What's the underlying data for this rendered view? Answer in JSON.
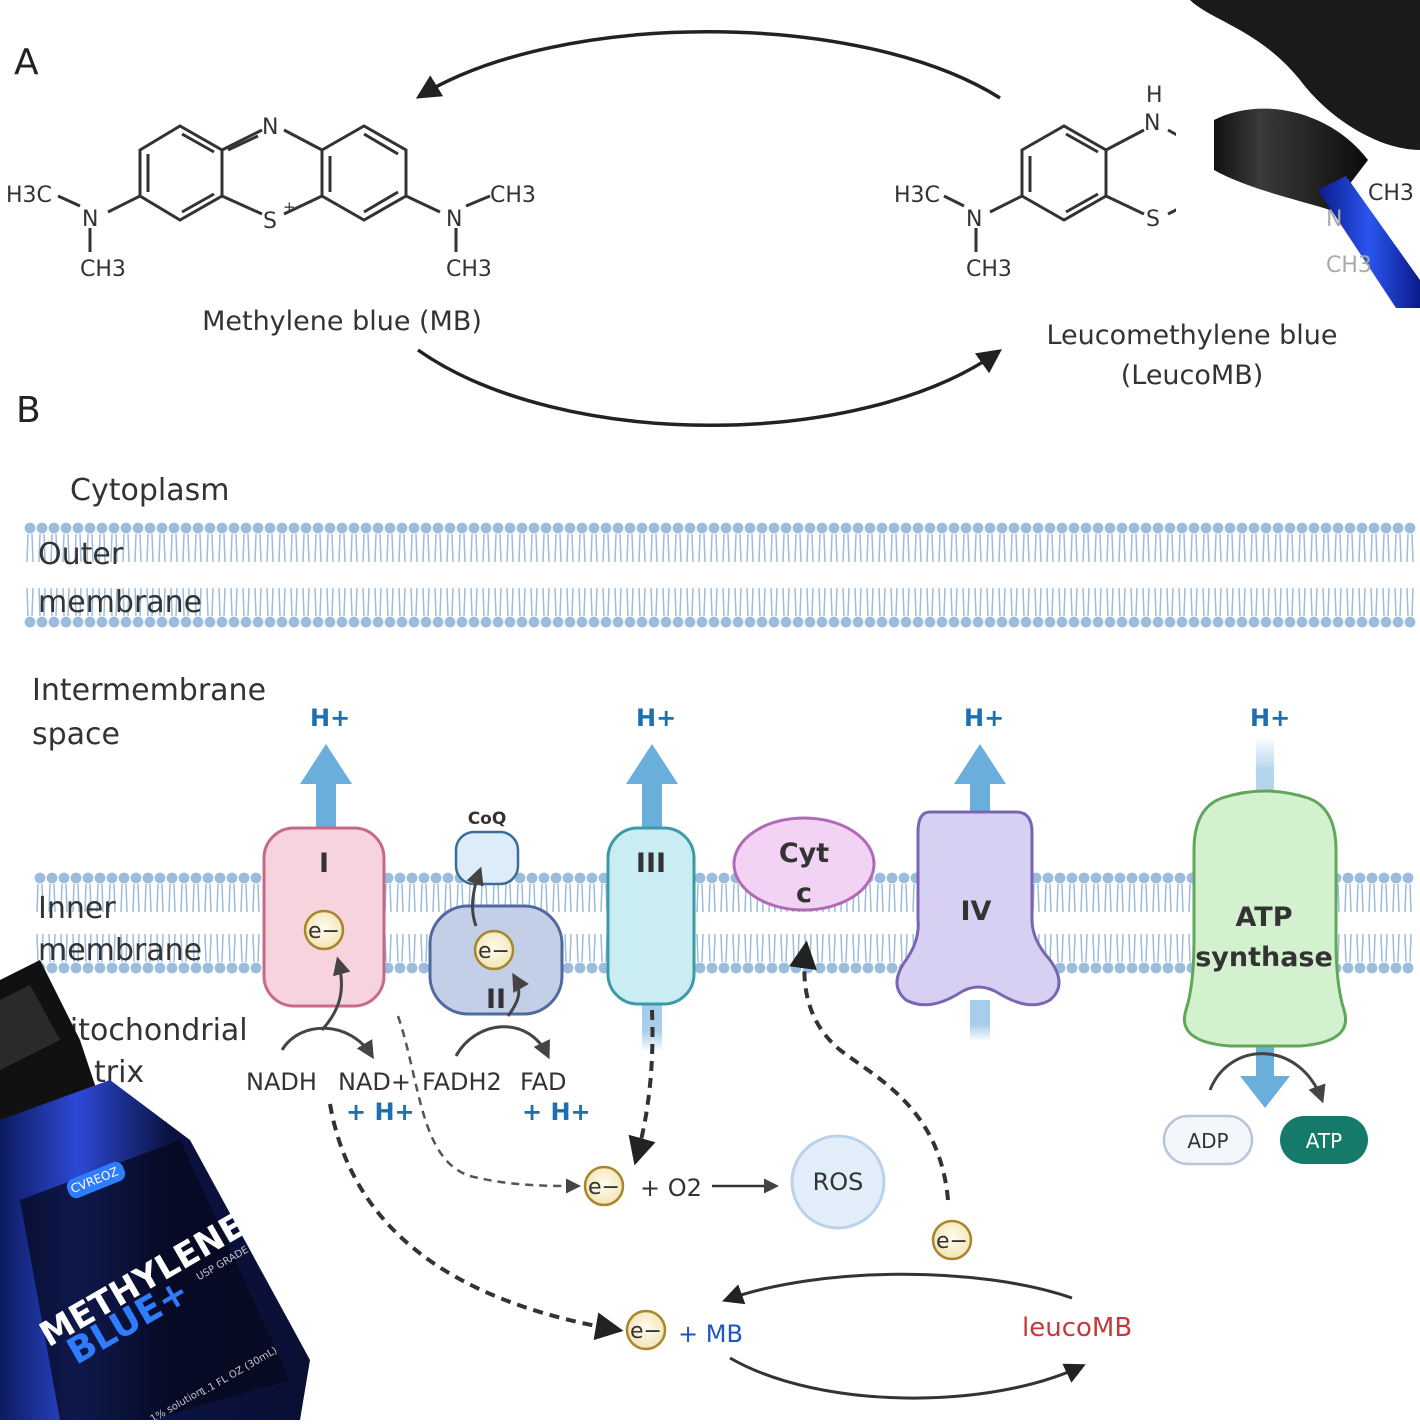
{
  "panel_a": {
    "letter": "A",
    "left_molecule": {
      "ring_atoms": {
        "top": "N",
        "bottom": "S",
        "charge": "+"
      },
      "left_group": {
        "methyl_top": "H3C",
        "nitrogen": "N",
        "methyl_bottom": "CH3"
      },
      "right_group": {
        "methyl_top": "CH3",
        "nitrogen": "N",
        "methyl_bottom": "CH3"
      },
      "name": "Methylene blue (MB)"
    },
    "right_molecule": {
      "ring_atoms": {
        "top_h": "H",
        "top": "N",
        "bottom": "S"
      },
      "left_group": {
        "methyl_top": "H3C",
        "nitrogen": "N",
        "methyl_bottom": "CH3"
      },
      "right_group": {
        "methyl_top": "CH3",
        "nitrogen": "N",
        "methyl_bottom": "CH3"
      },
      "name_line1": "Leucomethylene blue",
      "name_line2": "(LeucoMB)"
    }
  },
  "panel_b": {
    "letter": "B",
    "regions": {
      "cytoplasm": "Cytoplasm",
      "outer_line1": "Outer",
      "outer_line2": "membrane",
      "intermembrane_line1": "Intermembrane",
      "intermembrane_line2": "space",
      "inner_line1": "Inner",
      "inner_line2": "membrane",
      "matrix_line1": "Mitochondrial",
      "matrix_line2": "trix"
    },
    "h_plus": "H+",
    "complexes": {
      "c1": "I",
      "c2": "II",
      "coq": "CoQ",
      "c3": "III",
      "cytc_line1": "Cyt",
      "cytc_line2": "c",
      "c4": "IV",
      "atp_line1": "ATP",
      "atp_line2": "synthase"
    },
    "electron": "e−",
    "reagents": {
      "nadh": "NADH",
      "nad": "NAD+",
      "plus_h1": "+ H+",
      "fadh2": "FADH2",
      "fad": "FAD",
      "plus_h2": "+ H+",
      "o2": "+ O2",
      "ros": "ROS",
      "mb": "+ MB",
      "leucomb": "leucoMB",
      "adp": "ADP",
      "atp": "ATP"
    }
  },
  "product_bottle": {
    "brand": "CVREOZ",
    "title": "METHYLENE",
    "subtitle": "BLUE+",
    "grade": "USP GRADE",
    "volume": "1.1 FL OZ (30mL)",
    "concentration": "1% solution"
  },
  "colors": {
    "membrane": "#9cbcde",
    "h_plus": "#1f6fae",
    "arrow_up": "#6aaedb",
    "complex_I": "#f7d4dd",
    "complex_II": "#c3cfe6",
    "complex_III": "#c9edf3",
    "cyt_c": "#f3d3f3",
    "complex_IV": "#d8d0f3",
    "atp_synthase": "#d3f1cf",
    "ros": "#e2eefa",
    "atp_badge": "#167a6a",
    "leucomb": "#c23b3b",
    "mb": "#1a56c8"
  }
}
